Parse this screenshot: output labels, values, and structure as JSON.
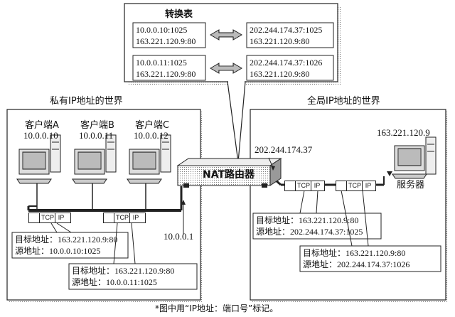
{
  "table": {
    "title": "转换表",
    "rows": [
      {
        "left_1": "10.0.0.10:1025",
        "left_2": "163.221.120.9:80",
        "right_1": "202.244.174.37:1025",
        "right_2": "163.221.120.9:80"
      },
      {
        "left_1": "10.0.0.11:1025",
        "left_2": "163.221.120.9:80",
        "right_1": "202.244.174.37:1026",
        "right_2": "163.221.120.9:80"
      }
    ]
  },
  "private_world": {
    "title": "私有IP地址的世界",
    "clients": [
      {
        "name": "客户端A",
        "ip": "10.0.0.10"
      },
      {
        "name": "客户端B",
        "ip": "10.0.0.11"
      },
      {
        "name": "客户端C",
        "ip": "10.0.0.12"
      }
    ],
    "router_inner_ip": "10.0.0.1",
    "packet_a": {
      "dst_label": "目标地址：",
      "dst": "163.221.120.9:80",
      "src_label": "源地址：",
      "src": "10.0.0.10:1025"
    },
    "packet_b": {
      "dst_label": "目标地址：",
      "dst": "163.221.120.9:80",
      "src_label": "源地址：",
      "src": "10.0.0.11:1025"
    }
  },
  "router": {
    "label": "NAT路由器",
    "outer_ip": "202.244.174.37"
  },
  "global_world": {
    "title": "全局IP地址的世界",
    "server_ip": "163.221.120.9",
    "server_label": "服务器",
    "packet_1": {
      "dst_label": "目标地址：",
      "dst": "163.221.120.9:80",
      "src_label": "源地址：",
      "src": "202.244.174.37:1025"
    },
    "packet_2": {
      "dst_label": "目标地址：",
      "dst": "163.221.120.9:80",
      "src_label": "源地址：",
      "src": "202.244.174.37:1026"
    }
  },
  "packet_segments": {
    "tcp": "TCP",
    "ip": "IP"
  },
  "footnote": "*图中用“IP地址：端口号”标记。"
}
